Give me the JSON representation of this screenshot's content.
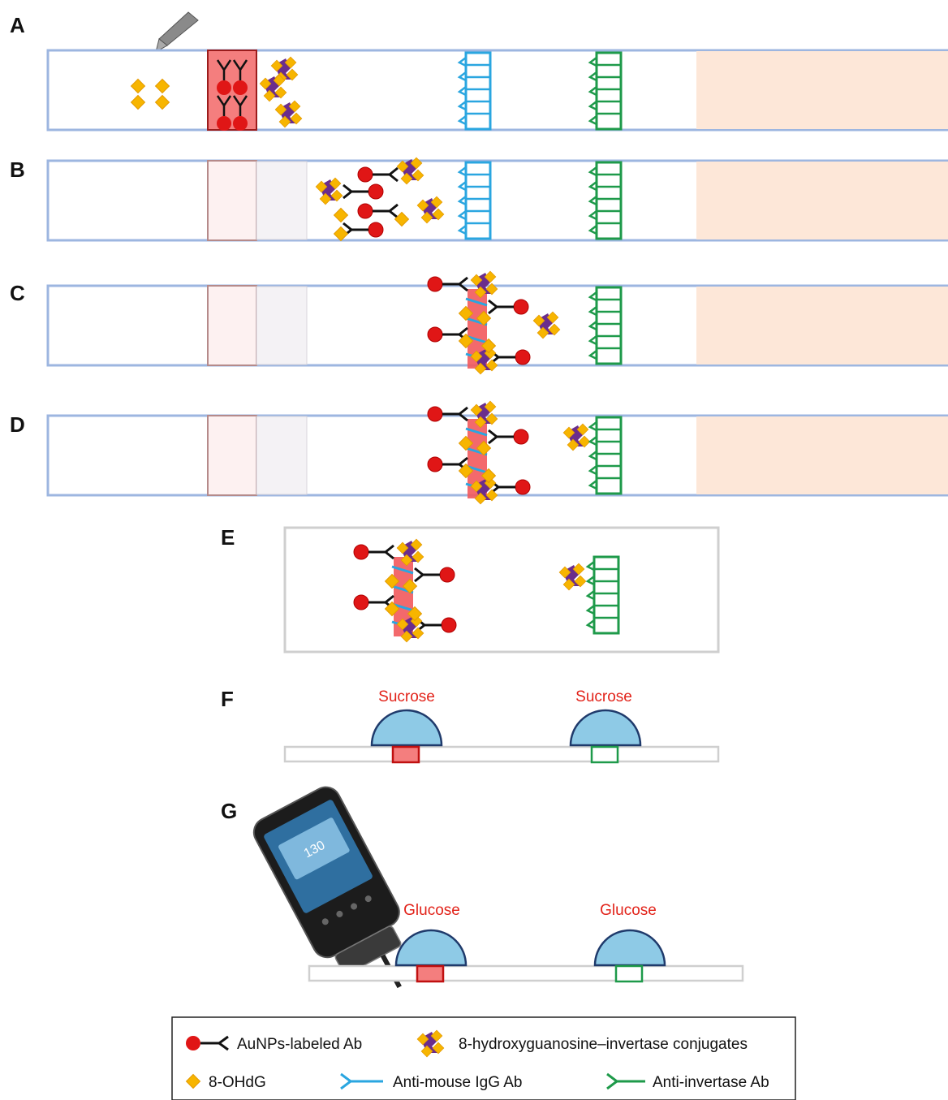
{
  "panels": {
    "a": "A",
    "b": "B",
    "c": "C",
    "d": "D",
    "e": "E",
    "f": "F",
    "g": "G"
  },
  "panel_f": {
    "left_label": "Sucrose",
    "right_label": "Sucrose"
  },
  "panel_g": {
    "left_label": "Glucose",
    "right_label": "Glucose"
  },
  "legend": {
    "aunp_label": "AuNPs-labeled Ab",
    "conjugate_label": "8-hydroxyguanosine–invertase conjugates",
    "ohdg_label": "8-OHdG",
    "anti_mouse_label": "Anti-mouse IgG Ab",
    "anti_invertase_label": "Anti-invertase Ab"
  },
  "colors": {
    "strip_border": "#9db6e0",
    "red": "#e01616",
    "gold": "#f7b500",
    "purple": "#6b2d8c",
    "blue": "#2aa6e0",
    "green": "#1e9a4a",
    "pad": "#fde7d8",
    "dome": "#8ecae6",
    "label_red": "#e2231a"
  },
  "icons": [
    "pipette-icon",
    "smartphone-glucose-meter-icon"
  ]
}
